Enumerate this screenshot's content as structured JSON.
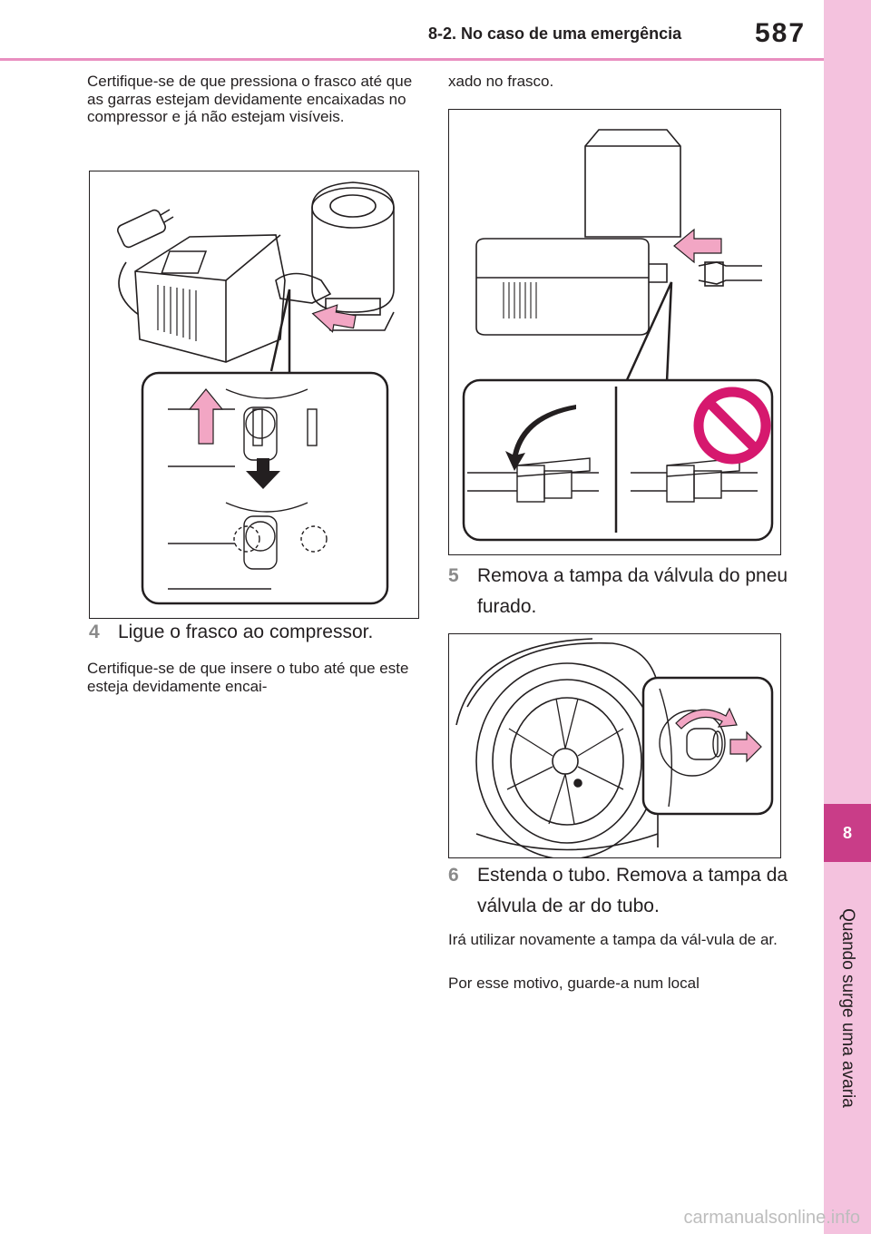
{
  "header": {
    "section_title": "8-2. No caso de uma emergência",
    "page_number": "587"
  },
  "side_tab": {
    "chapter_number": "8",
    "chapter_title": "Quando surge uma avaria"
  },
  "left_column": {
    "intro_paragraph": "Certifique-se de que pressiona o frasco até que as garras estejam devidamente encaixadas no compressor e já não estejam visíveis.",
    "step4": {
      "number": "4",
      "text": "Ligue o frasco ao compressor."
    },
    "step4_note": "Certifique-se de que insere o tubo até que este esteja devidamente encai-"
  },
  "right_column": {
    "continuation": "xado no frasco.",
    "step5": {
      "number": "5",
      "text": "Remova a tampa da válvula do pneu furado."
    },
    "step6": {
      "number": "6",
      "text": "Estenda o tubo. Remova a tampa da válvula de ar do tubo."
    },
    "step6_note_1": "Irá utilizar novamente a tampa da vál-vula de ar.",
    "step6_note_2": "Por esse motivo, guarde-a num local"
  },
  "watermark": "carmanualsonline.info",
  "colors": {
    "accent_pink": "#e98fc0",
    "tab_pink": "#f4c2de",
    "chapter_magenta": "#c93d88",
    "arrow_pink": "#f2a6c4",
    "prohibition_magenta": "#d6186e"
  }
}
